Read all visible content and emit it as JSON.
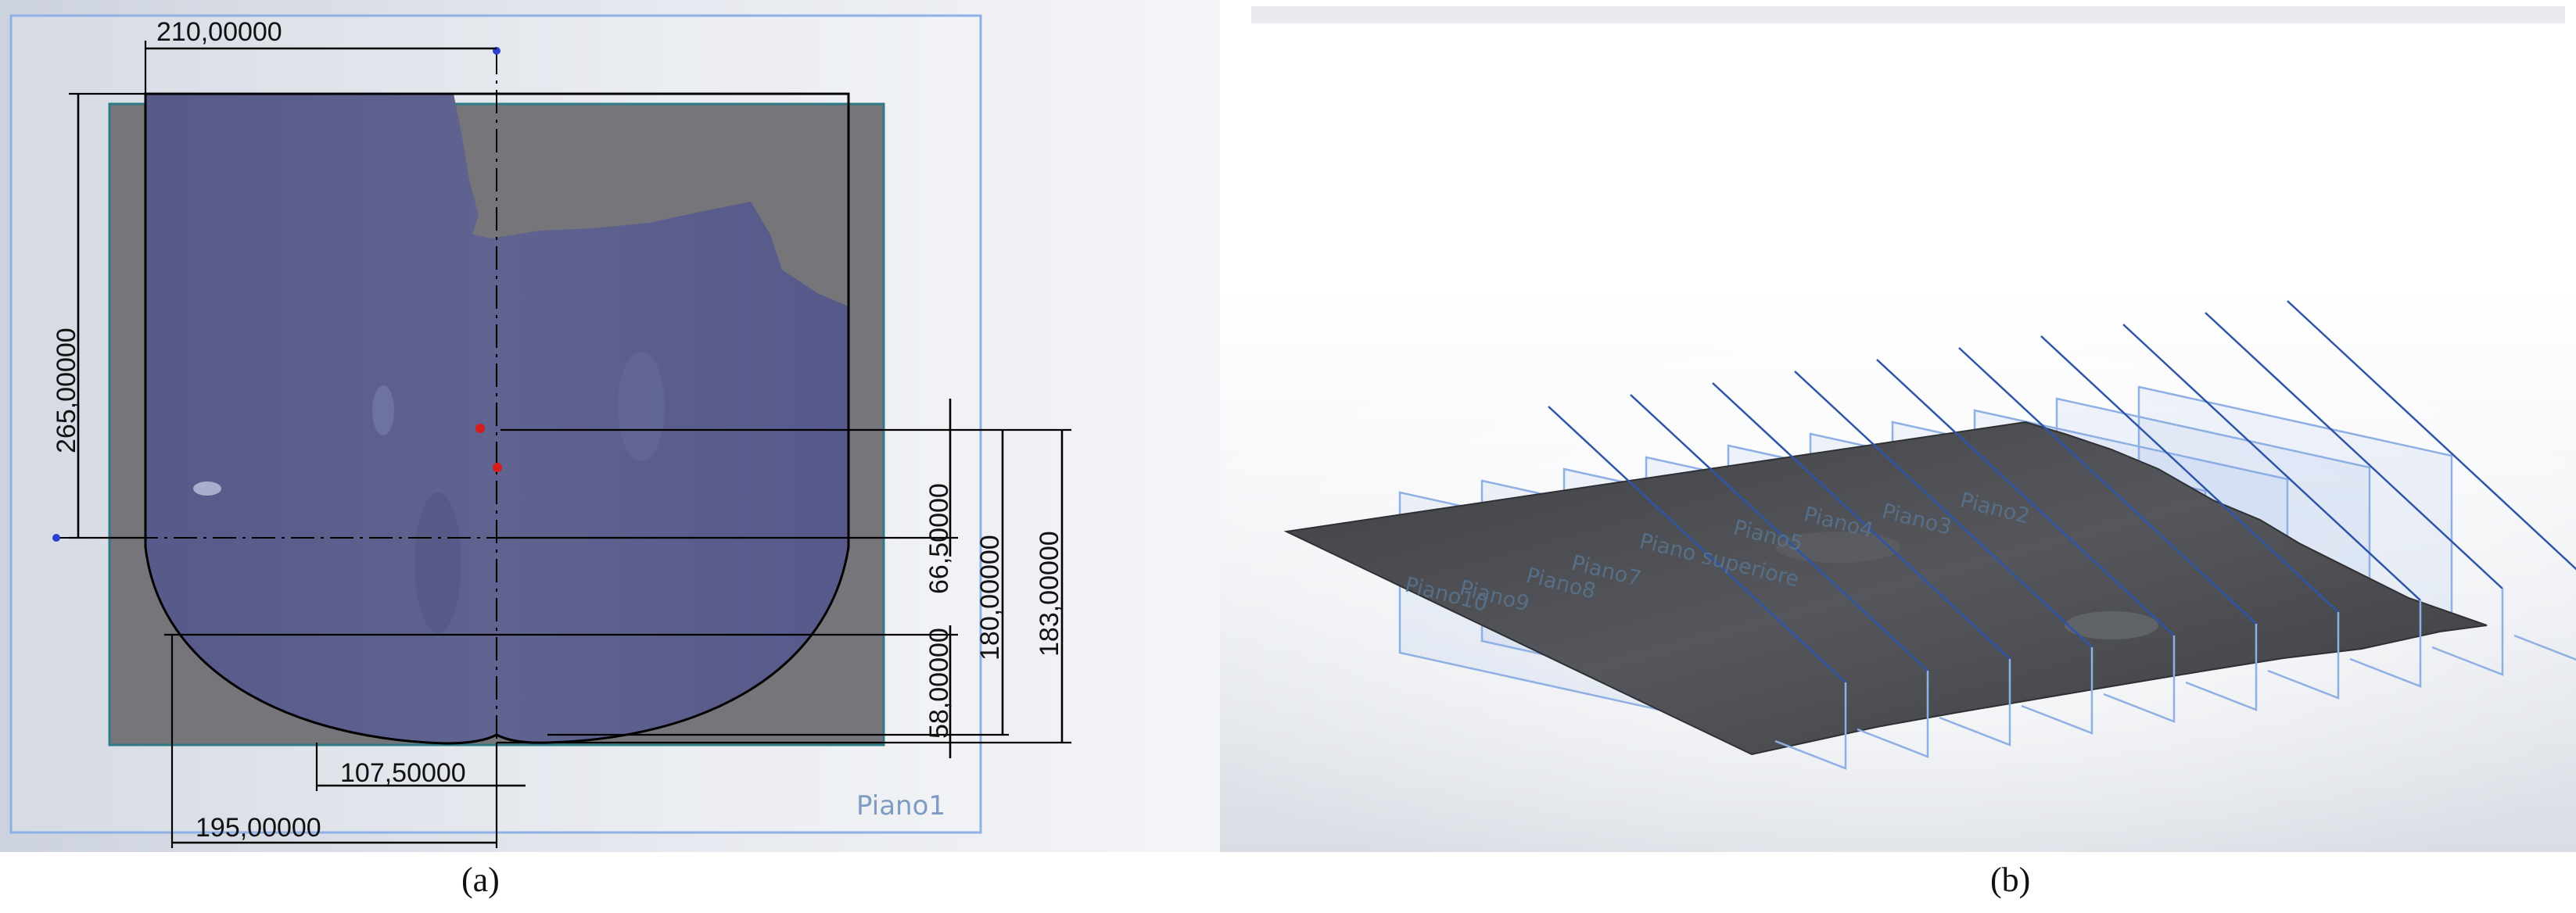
{
  "panel_a": {
    "caption": "(a)",
    "plane_label": "Piano1",
    "dimensions": {
      "width_top": "210,00000",
      "height_left": "265,00000",
      "dim_66": "66,50000",
      "dim_180": "180,00000",
      "dim_183": "183,00000",
      "dim_58": "58,00000",
      "dim_107": "107,50000",
      "dim_195": "195,00000"
    }
  },
  "panel_b": {
    "caption": "(b)",
    "plane_labels": [
      "Piano2",
      "Piano3",
      "Piano4",
      "Piano5",
      "Piano superiore",
      "Piano7",
      "Piano8",
      "Piano9",
      "Piano10"
    ]
  },
  "colors": {
    "sketch_fill": "#5a5c8c",
    "backing_gray": "#75757a",
    "plane_blue": "#8fb0e4",
    "surface_dark": "#4a4c50"
  }
}
